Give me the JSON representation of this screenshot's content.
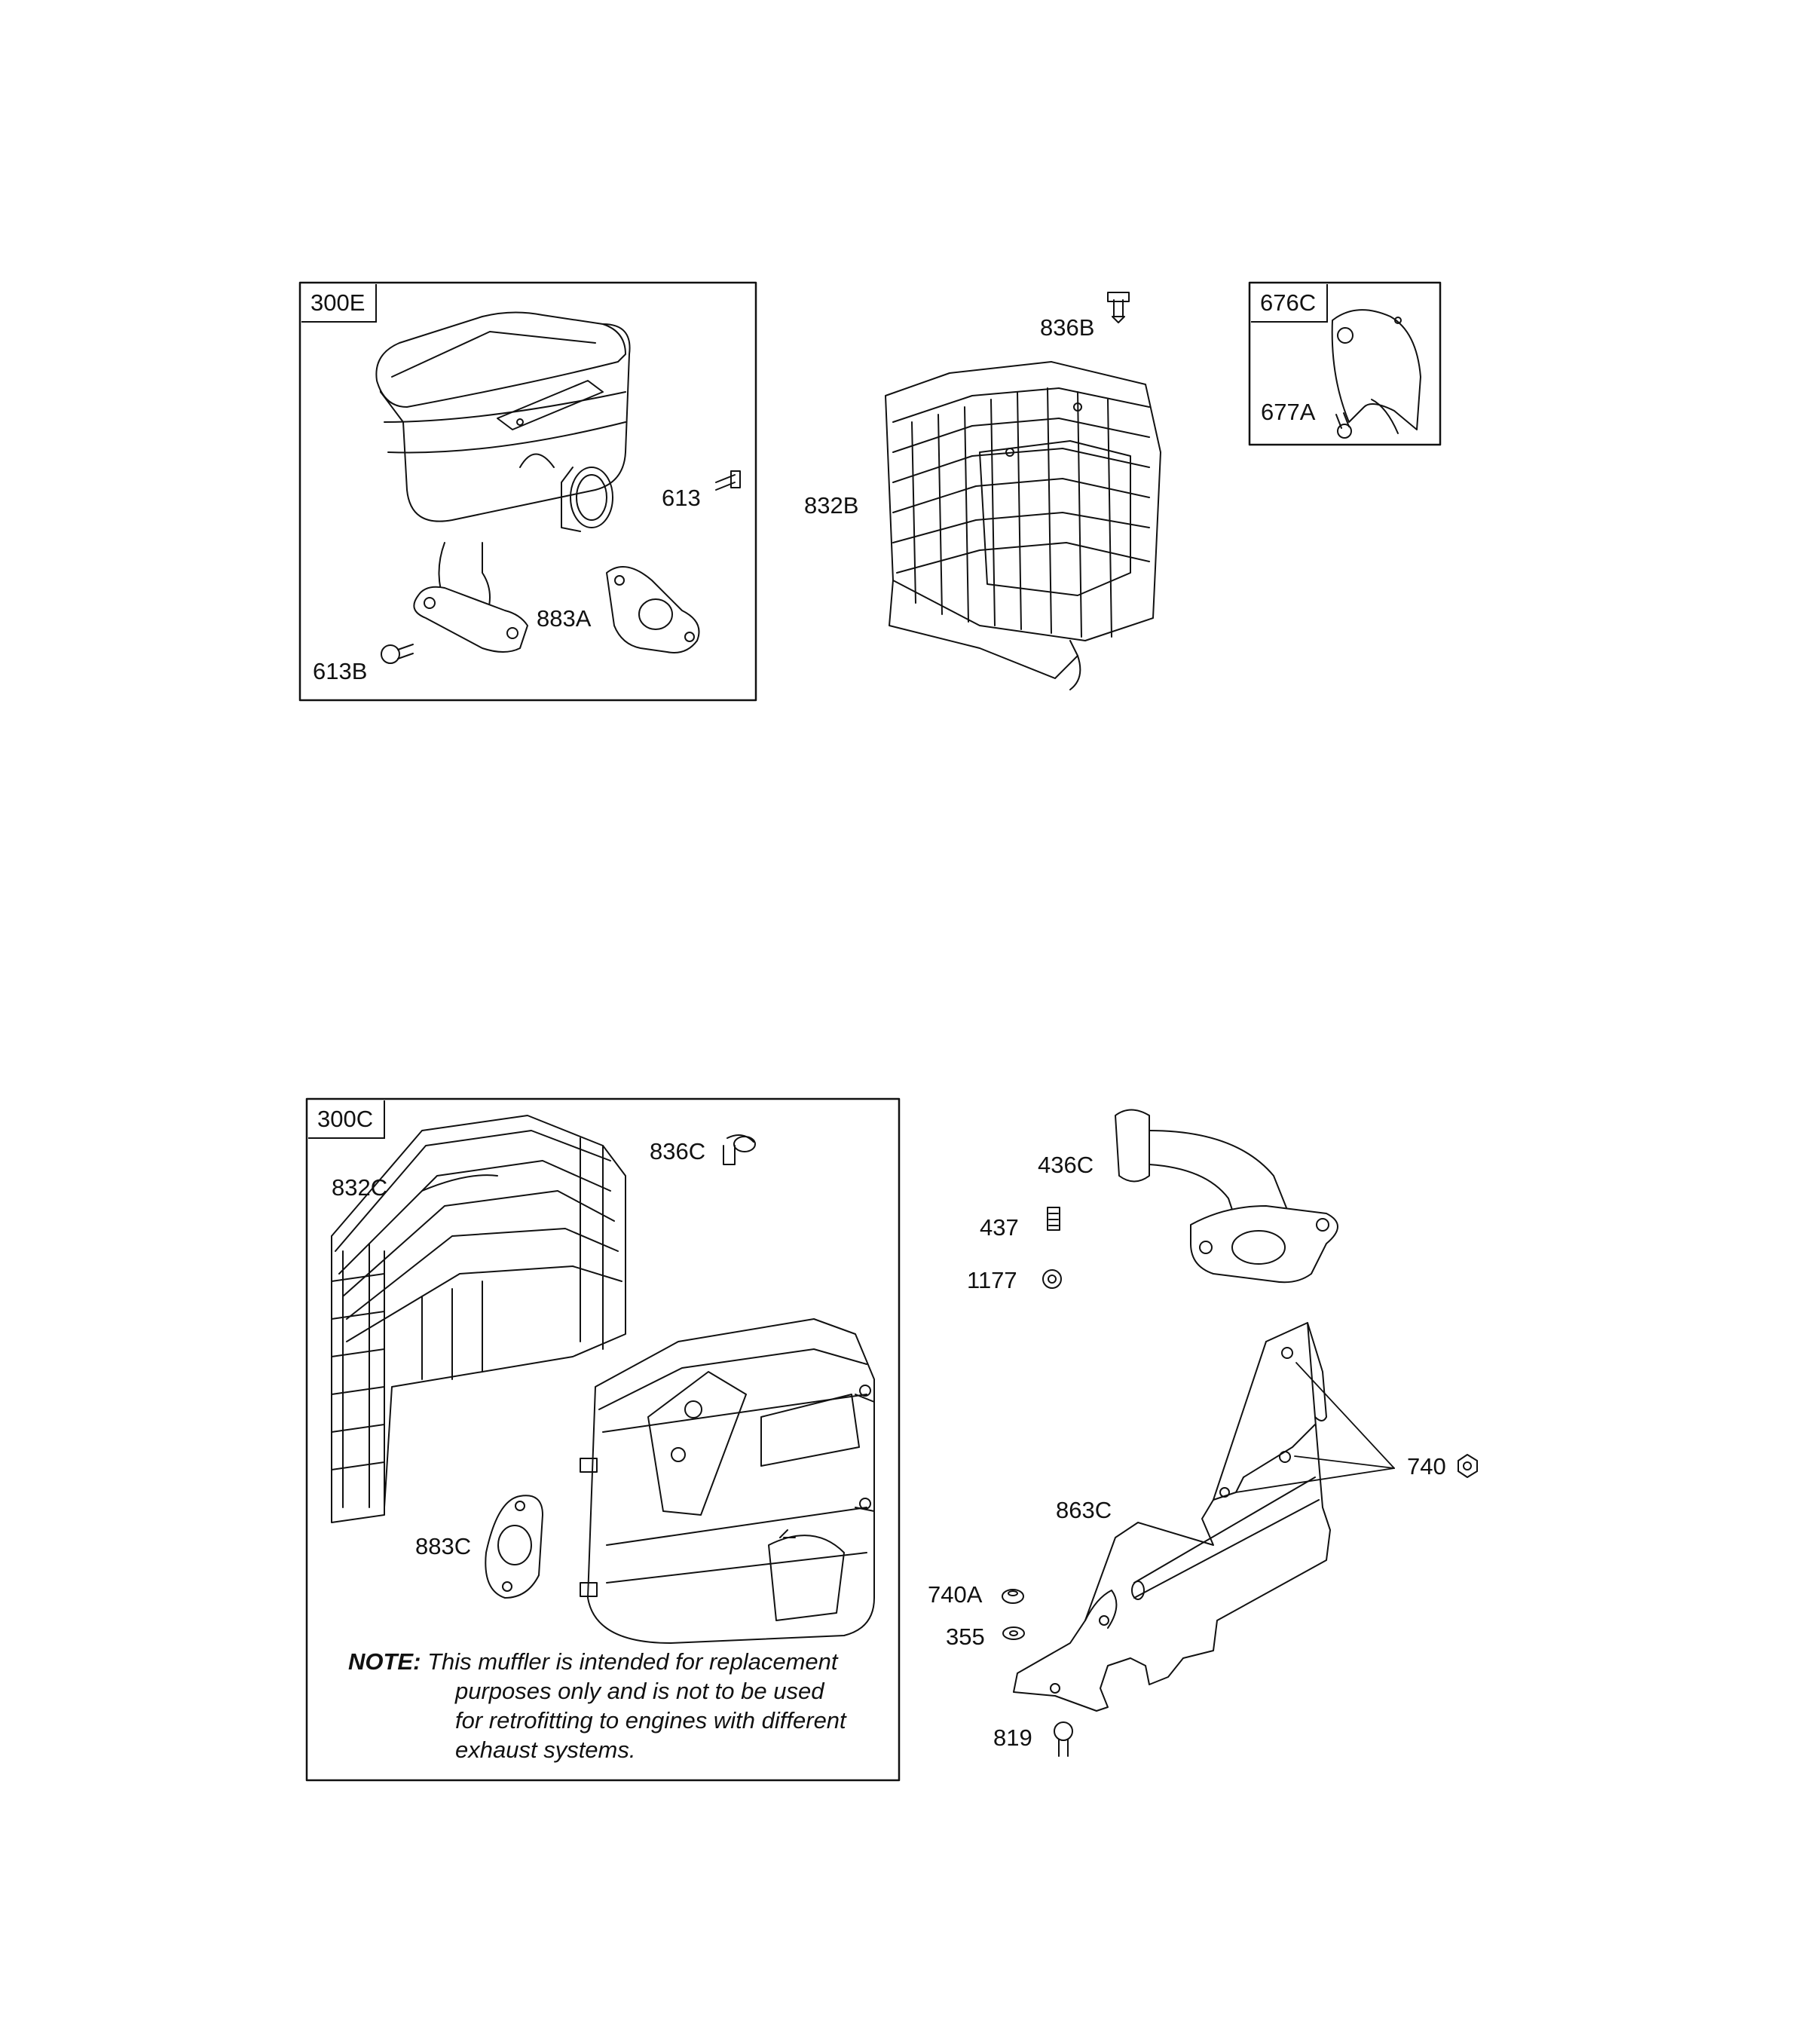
{
  "boxes": {
    "muffler_300e": {
      "tag": "300E"
    },
    "deflector_676c": {
      "tag": "676C"
    },
    "muffler_300c": {
      "tag": "300C"
    }
  },
  "labels": {
    "p613": "613",
    "p613b": "613B",
    "p883a": "883A",
    "p836b": "836B",
    "p832b": "832B",
    "p677a": "677A",
    "p836c": "836C",
    "p832c": "832C",
    "p883c": "883C",
    "p436c": "436C",
    "p437": "437",
    "p1177": "1177",
    "p740": "740",
    "p863c": "863C",
    "p740a": "740A",
    "p355": "355",
    "p819": "819"
  },
  "note": {
    "heading": "NOTE:",
    "line1": "This muffler is intended for replacement",
    "line2": "purposes only and is not to be used",
    "line3": "for retrofitting to engines with different",
    "line4": "exhaust systems."
  }
}
